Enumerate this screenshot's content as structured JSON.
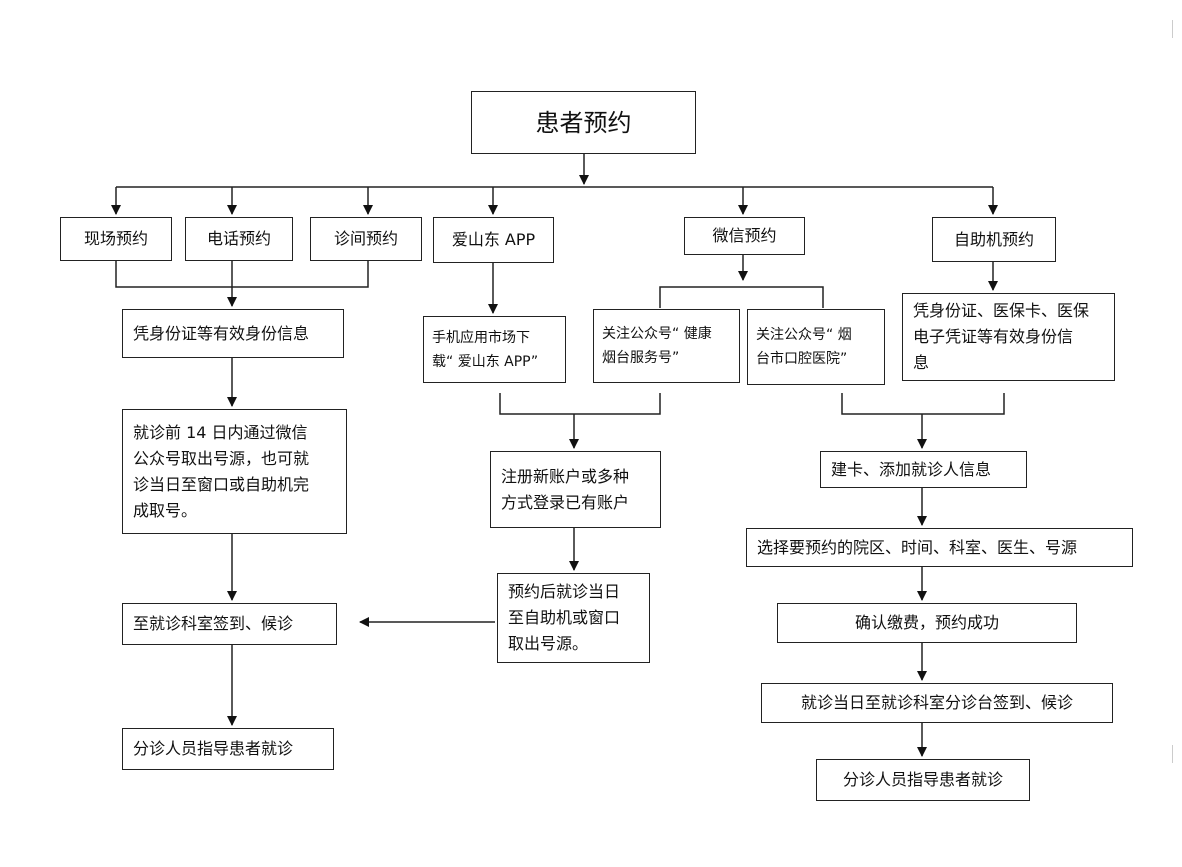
{
  "nodes": {
    "root": "患者预约",
    "onsite": "现场预约",
    "phone": "电话预约",
    "clinic": "诊间预约",
    "app": "爱山东 APP",
    "wechat": "微信预约",
    "kiosk": "自助机预约",
    "id_info": "凭身份证等有效身份信息",
    "app_download": "手机应用市场下\n载“ 爱山东 APP”",
    "wx_health": "关注公众号“ 健康\n烟台服务号”",
    "wx_hospital": "关注公众号“ 烟\n台市口腔医院”",
    "kiosk_id": "凭身份证、医保卡、医保\n电子凭证等有效身份信\n息",
    "take_number": "就诊前 14 日内通过微信\n公众号取出号源，也可就\n诊当日至窗口或自助机完\n成取号。",
    "register": "注册新账户或多种\n方式登录已有账户",
    "build_card": "建卡、添加就诊人信息",
    "select": "选择要预约的院区、时间、科室、医生、号源",
    "after_booking": "预约后就诊当日\n至自助机或窗口\n取出号源。",
    "confirm_pay": "确认缴费，预约成功",
    "checkin_left": "至就诊科室签到、候诊",
    "checkin_right": "就诊当日至就诊科室分诊台签到、候诊",
    "guide_left": "分诊人员指导患者就诊",
    "guide_right": "分诊人员指导患者就诊"
  }
}
